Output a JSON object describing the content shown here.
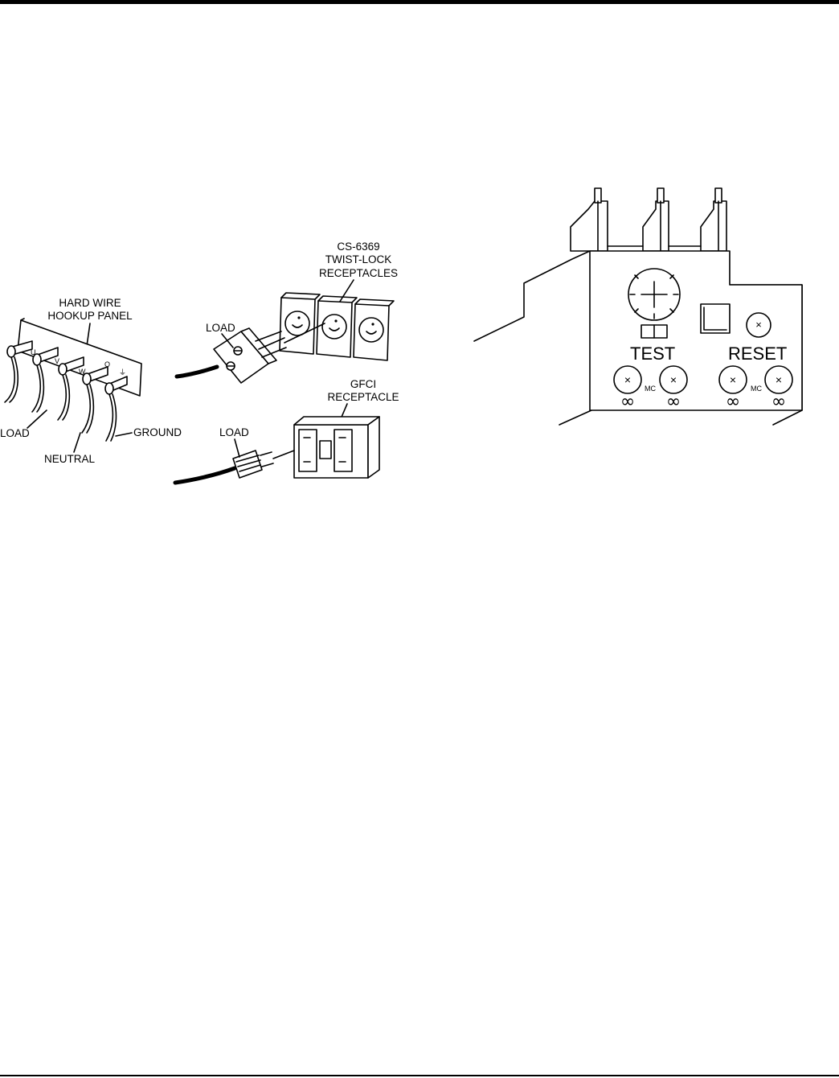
{
  "hookup_figure": {
    "panel_title_line1": "HARD WIRE",
    "panel_title_line2": "HOOKUP PANEL",
    "terminal_labels": [
      "U",
      "V",
      "W",
      "O",
      "⏚"
    ],
    "load_label": "LOAD",
    "neutral_label": "NEUTRAL",
    "ground_label": "GROUND",
    "twistlock_title_line1": "CS-6369",
    "twistlock_title_line2": "TWIST-LOCK",
    "twistlock_title_line3": "RECEPTACLES",
    "twistlock_load_label": "LOAD",
    "gfci_title_line1": "GFCI",
    "gfci_title_line2": "RECEPTACLE",
    "gfci_load_label": "LOAD"
  },
  "relay_figure": {
    "test_label": "TEST",
    "reset_label": "RESET",
    "mc_label_left": "MC",
    "mc_label_right": "MC",
    "infinity_symbol": "∞",
    "screw_symbol": "×"
  }
}
